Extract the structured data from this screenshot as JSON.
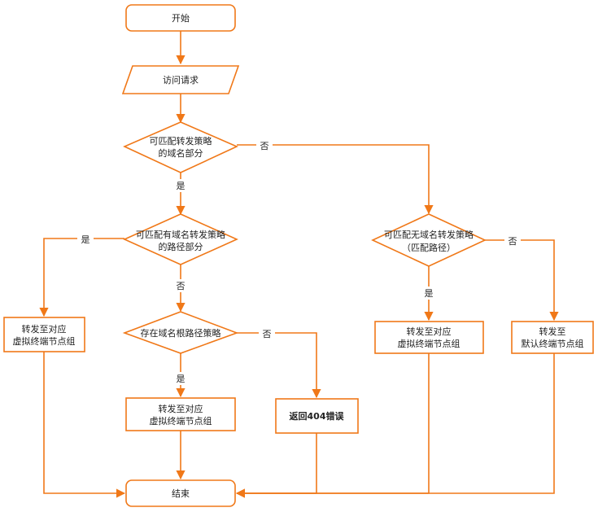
{
  "nodes": {
    "start": "开始",
    "access_request": "访问请求",
    "match_domain_1": "可匹配转发策略",
    "match_domain_2": "的域名部分",
    "match_path_1": "可匹配有域名转发策略",
    "match_path_2": "的路径部分",
    "root_path": "存在域名根路径策略",
    "match_nodomain_1": "可匹配无域名转发策略",
    "match_nodomain_2": "（匹配路径）",
    "fwd_left_1": "转发至对应",
    "fwd_left_2": "虚拟终端节点组",
    "fwd_mid_1": "转发至对应",
    "fwd_mid_2": "虚拟终端节点组",
    "return_404": "返回404错误",
    "fwd_right_1": "转发至对应",
    "fwd_right_2": "虚拟终端节点组",
    "fwd_default_1": "转发至",
    "fwd_default_2": "默认终端节点组",
    "end": "结束"
  },
  "labels": {
    "yes_domain": "是",
    "no_domain": "否",
    "yes_path": "是",
    "no_path": "否",
    "yes_root": "是",
    "no_root": "否",
    "yes_nodomain": "是",
    "no_nodomain": "否"
  },
  "colors": {
    "stroke": "#f07818",
    "text": "#222222"
  }
}
